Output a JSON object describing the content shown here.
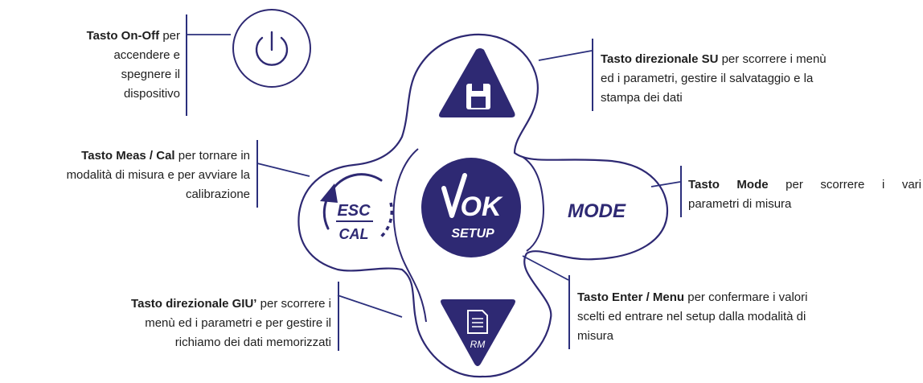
{
  "colors": {
    "brand": "#2e2973",
    "outline": "#2e2973",
    "line": "#2b2f7c",
    "text": "#1e1e1e"
  },
  "buttons": {
    "power": {
      "icon": "power-icon"
    },
    "up": {
      "icon": "save-floppy-icon"
    },
    "esc_cal": {
      "top": "ESC",
      "bottom": "CAL",
      "icon": "circular-arrow-icon"
    },
    "ok_setup": {
      "top": "OK",
      "bottom": "SETUP",
      "icon": "check-icon"
    },
    "mode": {
      "text": "MODE"
    },
    "down": {
      "icon": "document-icon",
      "text": "RM"
    }
  },
  "labels": {
    "power": {
      "bold": "Tasto On-Off",
      "lines": [
        "per",
        "accendere e",
        "spegnere il",
        "dispositivo"
      ]
    },
    "up": {
      "bold": "Tasto direzionale SU",
      "rest": "per scorrere i menù",
      "lines": [
        "ed i parametri, gestire il salvataggio e la",
        "stampa dei dati"
      ]
    },
    "meas": {
      "bold": "Tasto Meas / Cal",
      "rest": "per tornare in",
      "lines": [
        "modalità di misura e per avviare la",
        "calibrazione"
      ]
    },
    "mode": {
      "bold": "Tasto Mode",
      "rest": "per scorrere i vari",
      "lines": [
        "parametri di misura"
      ]
    },
    "down": {
      "bold": "Tasto direzionale GIU’",
      "rest": "per scorrere i",
      "lines": [
        "menù ed i parametri e per gestire il",
        "richiamo dei dati memorizzati"
      ]
    },
    "enter": {
      "bold": "Tasto Enter / Menu",
      "rest": "per confermare i valori",
      "lines": [
        "scelti ed entrare nel setup dalla modalità di",
        "misura"
      ]
    }
  }
}
